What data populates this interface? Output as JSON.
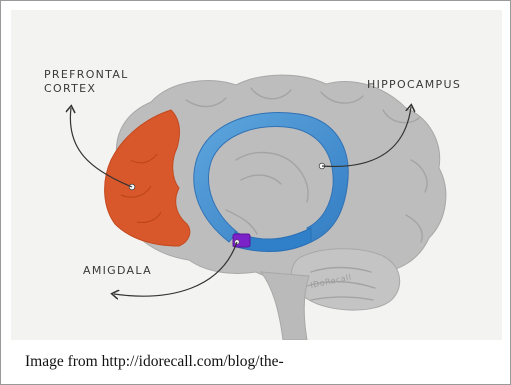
{
  "labels": {
    "prefrontal_line1": "PREFRONTAL",
    "prefrontal_line2": "CORTEX",
    "hippocampus": "HIPPOCAMPUS",
    "amygdala": "AMIGDALA"
  },
  "signature": "IDoRecall",
  "caption": "Image from http://idorecall.com/blog/the-",
  "colors": {
    "background": "#f3f3f1",
    "brain": "#bdbdbd",
    "prefrontal_cortex": "#d8582c",
    "hippocampus": "#3d8fd3",
    "amygdala": "#7b22c9"
  }
}
